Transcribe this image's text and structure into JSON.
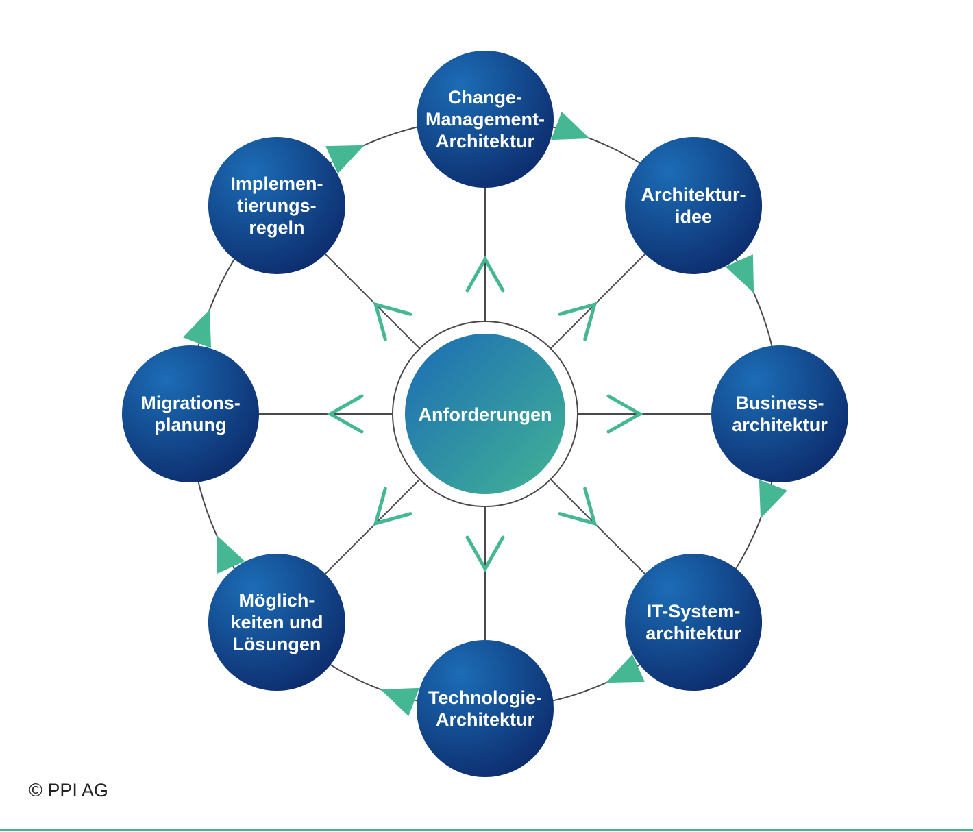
{
  "diagram": {
    "center": {
      "label": "Anforderungen"
    },
    "nodes": [
      {
        "id": "change-management",
        "lines": [
          "Change-",
          "Management-",
          "Architektur"
        ]
      },
      {
        "id": "architekturidee",
        "lines": [
          "Architektur-",
          "idee"
        ]
      },
      {
        "id": "businessarchitektur",
        "lines": [
          "Business-",
          "architektur"
        ]
      },
      {
        "id": "it-systemarchitektur",
        "lines": [
          "IT-System-",
          "architektur"
        ]
      },
      {
        "id": "technologie-architektur",
        "lines": [
          "Technologie-",
          "Architektur"
        ]
      },
      {
        "id": "moeglichkeiten-loesungen",
        "lines": [
          "Möglich-",
          "keiten und",
          "Lösungen"
        ]
      },
      {
        "id": "migrationsplanung",
        "lines": [
          "Migrations-",
          "planung"
        ]
      },
      {
        "id": "implementierungsregeln",
        "lines": [
          "Implemen-",
          "tierungs-",
          "regeln"
        ]
      }
    ],
    "cycle_direction": "clockwise",
    "spoke_direction": "outward",
    "colors": {
      "node_dark": "#0c2a6a",
      "node_light": "#1c6db6",
      "center_blue": "#1b6bb5",
      "center_green": "#43b495",
      "arrow_green": "#45b792",
      "line_gray": "#4a4a4a",
      "rule_green": "#3fb78f"
    }
  },
  "footer": {
    "copyright": "© PPI AG"
  }
}
